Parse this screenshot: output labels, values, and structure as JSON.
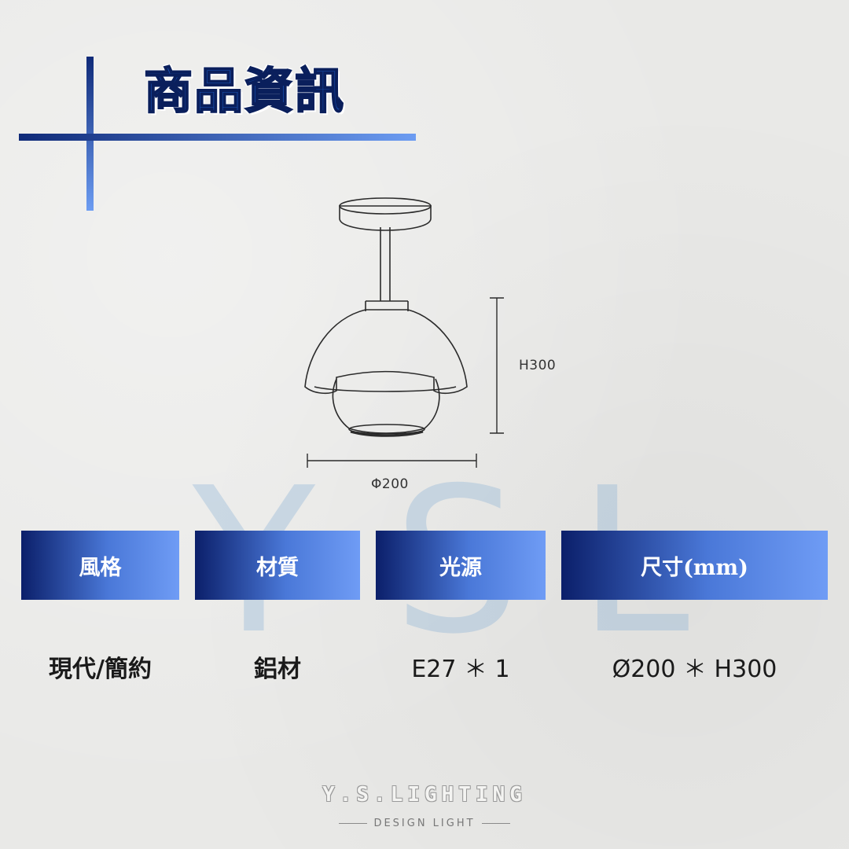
{
  "title": "商品資訊",
  "watermark": {
    "y": "Y",
    "s": "S",
    "l": "L"
  },
  "diagram": {
    "height_label": "H300",
    "width_label": "Φ200"
  },
  "specs": {
    "headers": [
      "風格",
      "材質",
      "光源",
      "尺寸(mm)"
    ],
    "values": [
      "現代/簡約",
      "鋁材",
      "E27 ＊ 1",
      "Ø200 ＊ H300"
    ]
  },
  "brand": {
    "name": "Y.S.LIGHTING",
    "tagline": "DESIGN LIGHT"
  },
  "colors": {
    "accent_dark": "#0b1f6a",
    "accent_light": "#6f9cf5"
  }
}
